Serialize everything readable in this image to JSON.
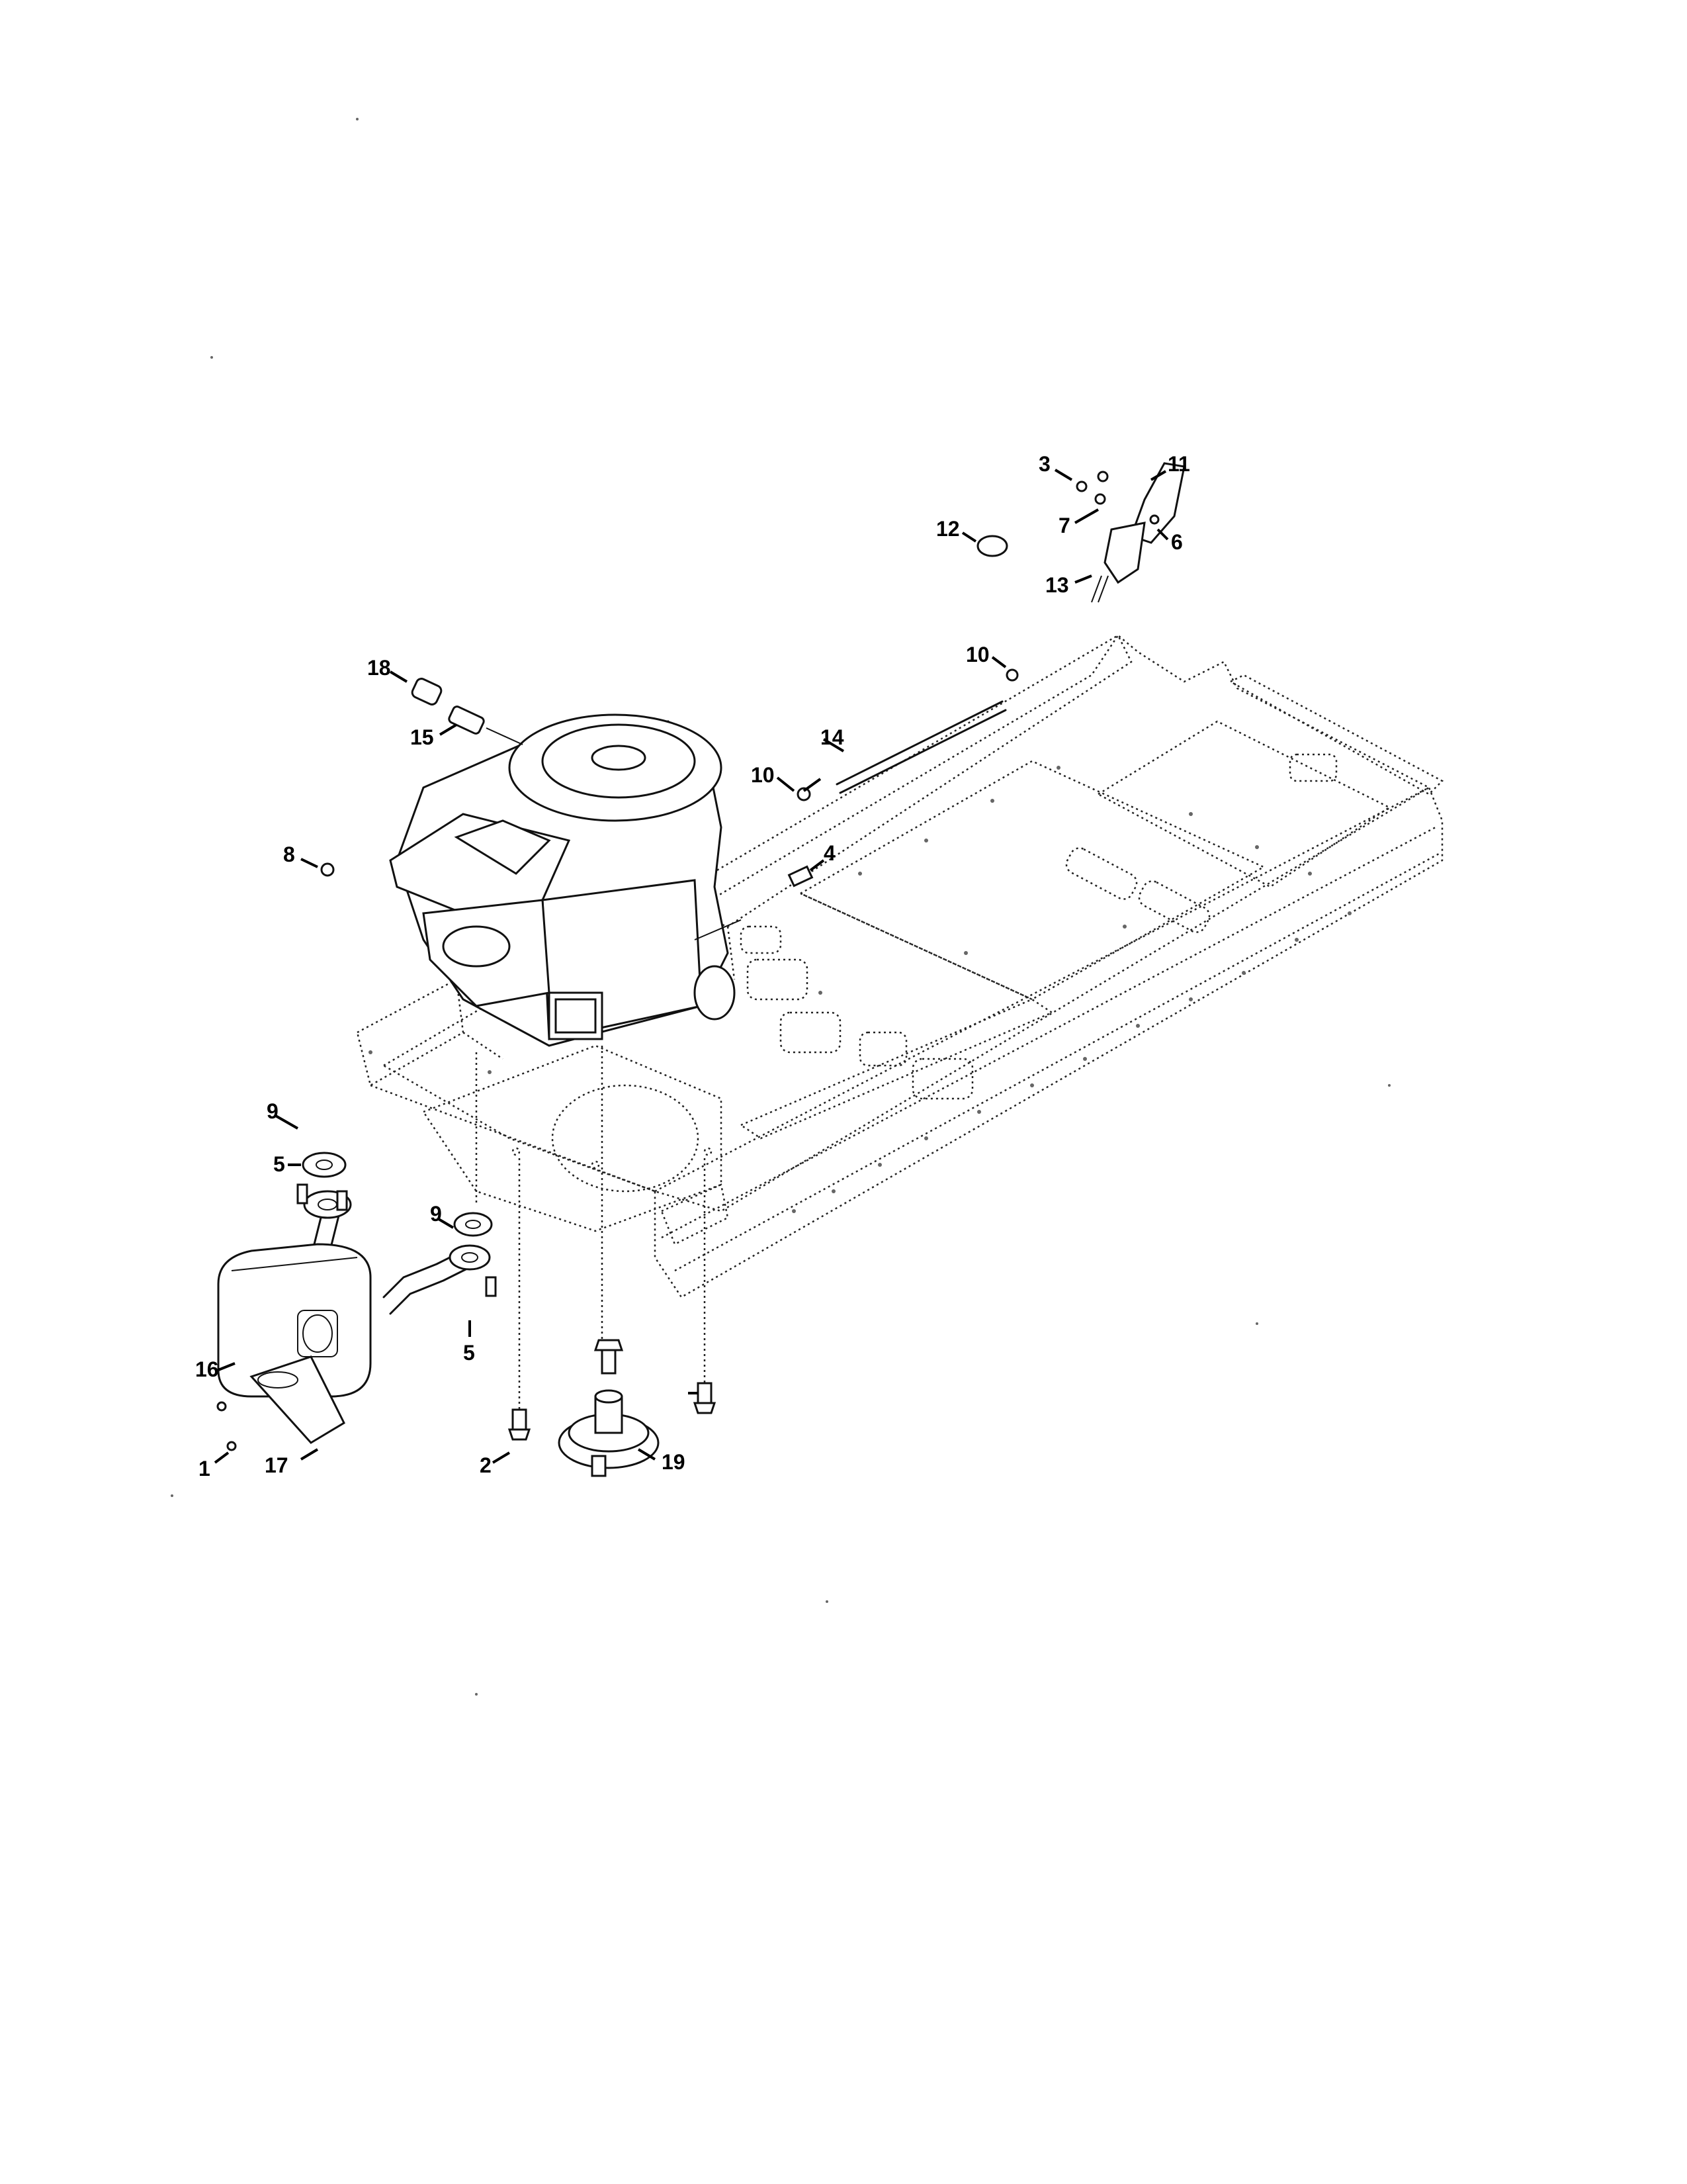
{
  "callouts": {
    "c1": "1",
    "c2": "2",
    "c3": "3",
    "c4": "4",
    "c5a": "5",
    "c5b": "5",
    "c6": "6",
    "c7": "7",
    "c8": "8",
    "c9a": "9",
    "c9b": "9",
    "c10a": "10",
    "c10b": "10",
    "c11": "11",
    "c12": "12",
    "c13": "13",
    "c14": "14",
    "c15": "15",
    "c16": "16",
    "c17": "17",
    "c18": "18",
    "c19": "19"
  }
}
